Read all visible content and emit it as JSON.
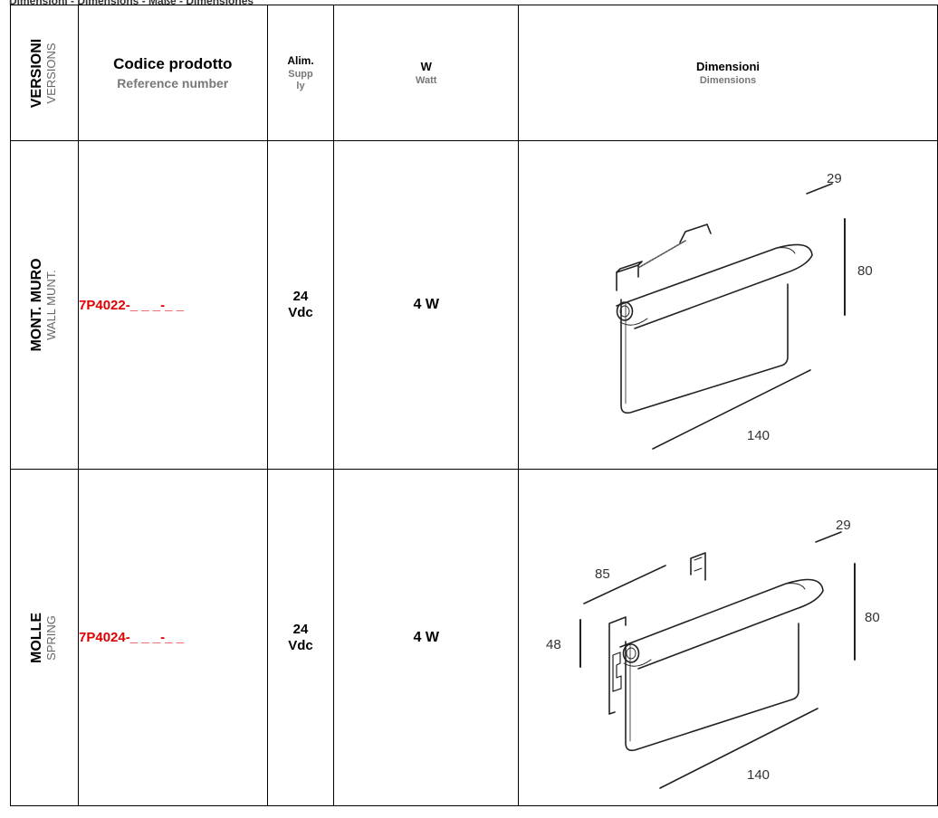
{
  "top_heading": "Dimensioni - Dimensions - Maße - Dimensiones",
  "header": {
    "versions": {
      "it": "VERSIONI",
      "en": "VERSIONS"
    },
    "code": {
      "it": "Codice prodotto",
      "en": "Reference number"
    },
    "supply": {
      "it": "Alim.",
      "en": "Supply"
    },
    "watt": {
      "it": "W",
      "en": "Watt"
    },
    "dimensions": {
      "it": "Dimensioni",
      "en": "Dimensions"
    }
  },
  "rows": [
    {
      "version_it": "MONT. MURO",
      "version_en": "WALL MUNT.",
      "code": "7P4022-_ _ _-_ _",
      "supply_value": "24",
      "supply_unit": "Vdc",
      "watt": "4 W",
      "dims": {
        "depth": "29",
        "height": "80",
        "length": "140"
      }
    },
    {
      "version_it": "MOLLE",
      "version_en": "SPRING",
      "code": "7P4024-_ _ _-_ _",
      "supply_value": "24",
      "supply_unit": "Vdc",
      "watt": "4 W",
      "dims": {
        "depth": "29",
        "height": "80",
        "length": "140",
        "spring_width": "85",
        "spring_height": "48"
      }
    }
  ]
}
